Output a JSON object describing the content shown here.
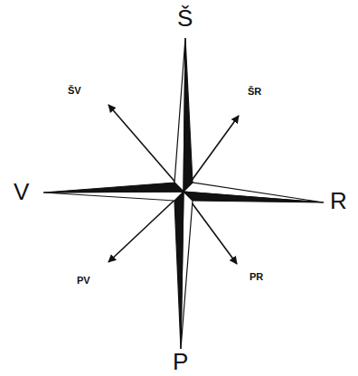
{
  "diagram": {
    "labels": [
      "Š",
      "ŠV",
      "ŠR",
      "V",
      "R",
      "PV",
      "PR",
      "P"
    ]
  }
}
